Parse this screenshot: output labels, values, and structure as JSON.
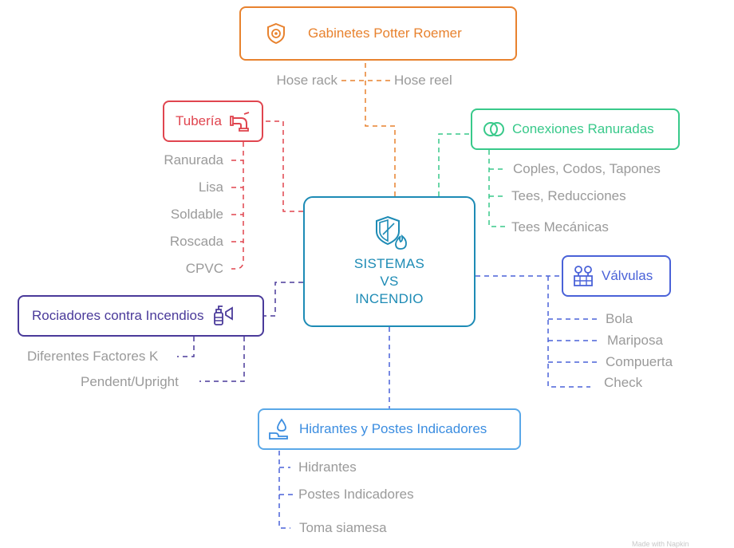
{
  "colors": {
    "orange": "#e8822e",
    "red": "#e0454f",
    "green": "#38c98a",
    "blue": "#4a62d8",
    "purple": "#4a3a9a",
    "sky": "#3b8de0",
    "teal": "#1d8bb5",
    "leaf_text": "#9a9a9a"
  },
  "center": {
    "line1": "SISTEMAS",
    "line2": "VS",
    "line3": "INCENDIO",
    "icon": "shield-flame-icon"
  },
  "gabinetes": {
    "title": "Gabinetes Potter Roemer",
    "icon": "shield-badge-icon",
    "items": [
      "Hose rack",
      "Hose reel"
    ]
  },
  "tuberia": {
    "title": "Tubería",
    "icon": "pipe-icon",
    "items": [
      "Ranurada",
      "Lisa",
      "Soldable",
      "Roscada",
      "CPVC"
    ]
  },
  "conexiones": {
    "title": "Conexiones Ranuradas",
    "icon": "rings-icon",
    "items": [
      "Coples, Codos, Tapones",
      "Tees, Reducciones",
      "Tees Mecánicas"
    ]
  },
  "valvulas": {
    "title": "Válvulas",
    "icon": "valve-icon",
    "items": [
      "Bola",
      "Mariposa",
      "Compuerta",
      "Check"
    ]
  },
  "rociadores": {
    "title": "Rociadores contra Incendios",
    "icon": "sprinkler-icon",
    "items": [
      "Diferentes Factores K",
      "Pendent/Upright"
    ]
  },
  "hidrantes": {
    "title": "Hidrantes y Postes Indicadores",
    "icon": "hydrant-drop-icon",
    "items": [
      "Hidrantes",
      "Postes Indicadores",
      "Toma siamesa"
    ]
  },
  "watermark": "Made with Napkin"
}
